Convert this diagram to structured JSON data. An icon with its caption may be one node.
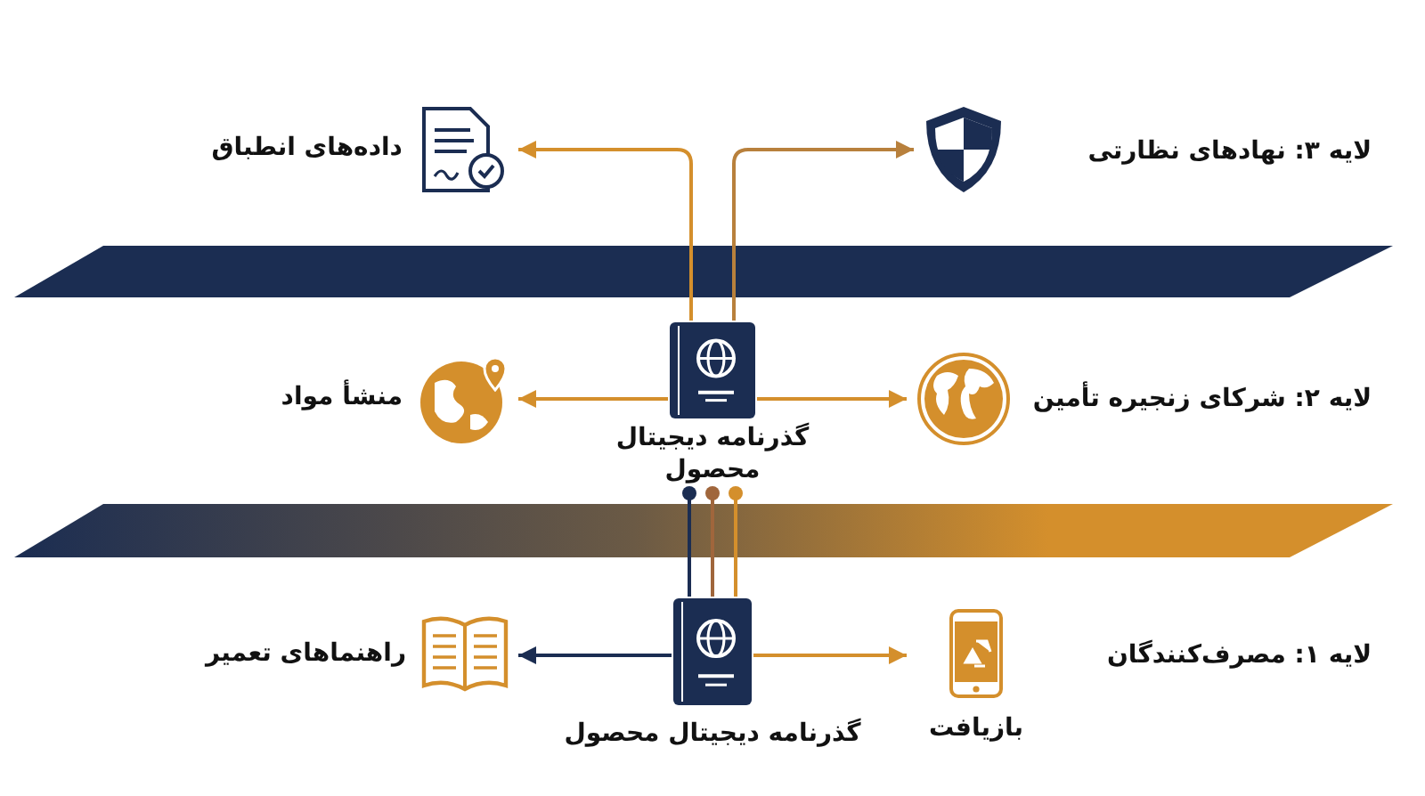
{
  "diagram": {
    "nodes": [
      {
        "text": [
          "گذرنامه دیجیتال محصول"
        ]
      },
      {
        "text": [
          "داده‌های انطباق"
        ]
      },
      {
        "text": [],
        "shape": "picture"
      },
      {
        "text": [
          "منشأ مواد"
        ]
      },
      {
        "text": [],
        "shape": "picture"
      },
      {
        "text": [
          "گذرنامه دیجیتال محصول"
        ]
      },
      {
        "text": [
          "راهنماهای تعمیر"
        ]
      },
      {
        "text": [
          "بازیافت"
        ]
      }
    ],
    "edges": [
      {
        "from": 0,
        "to": 1,
        "arrow": "to"
      },
      {
        "from": 0,
        "to": 2,
        "arrow": "to",
        "color": "#b8803c"
      },
      {
        "from": 0,
        "to": 3,
        "arrow": "to"
      },
      {
        "from": 0,
        "to": 4,
        "arrow": "to"
      },
      {
        "from": 5,
        "to": 0,
        "arrow": "other",
        "color": "#1b2d52"
      },
      {
        "from": 5,
        "to": 0,
        "arrow": "other",
        "color": "#a0663c"
      },
      {
        "from": 5,
        "to": 0,
        "arrow": "other"
      },
      {
        "from": 5,
        "to": 6,
        "arrow": "to",
        "color": "#1b2d52"
      },
      {
        "from": 5,
        "to": 7,
        "arrow": "to"
      }
    ],
    "labels": [
      "لایه ۳: نهادهای نظارتی",
      "لایه ۲: شرکای زنجیره تأمین",
      "لایه ۱: مصرف‌کنندگان"
    ]
  }
}
